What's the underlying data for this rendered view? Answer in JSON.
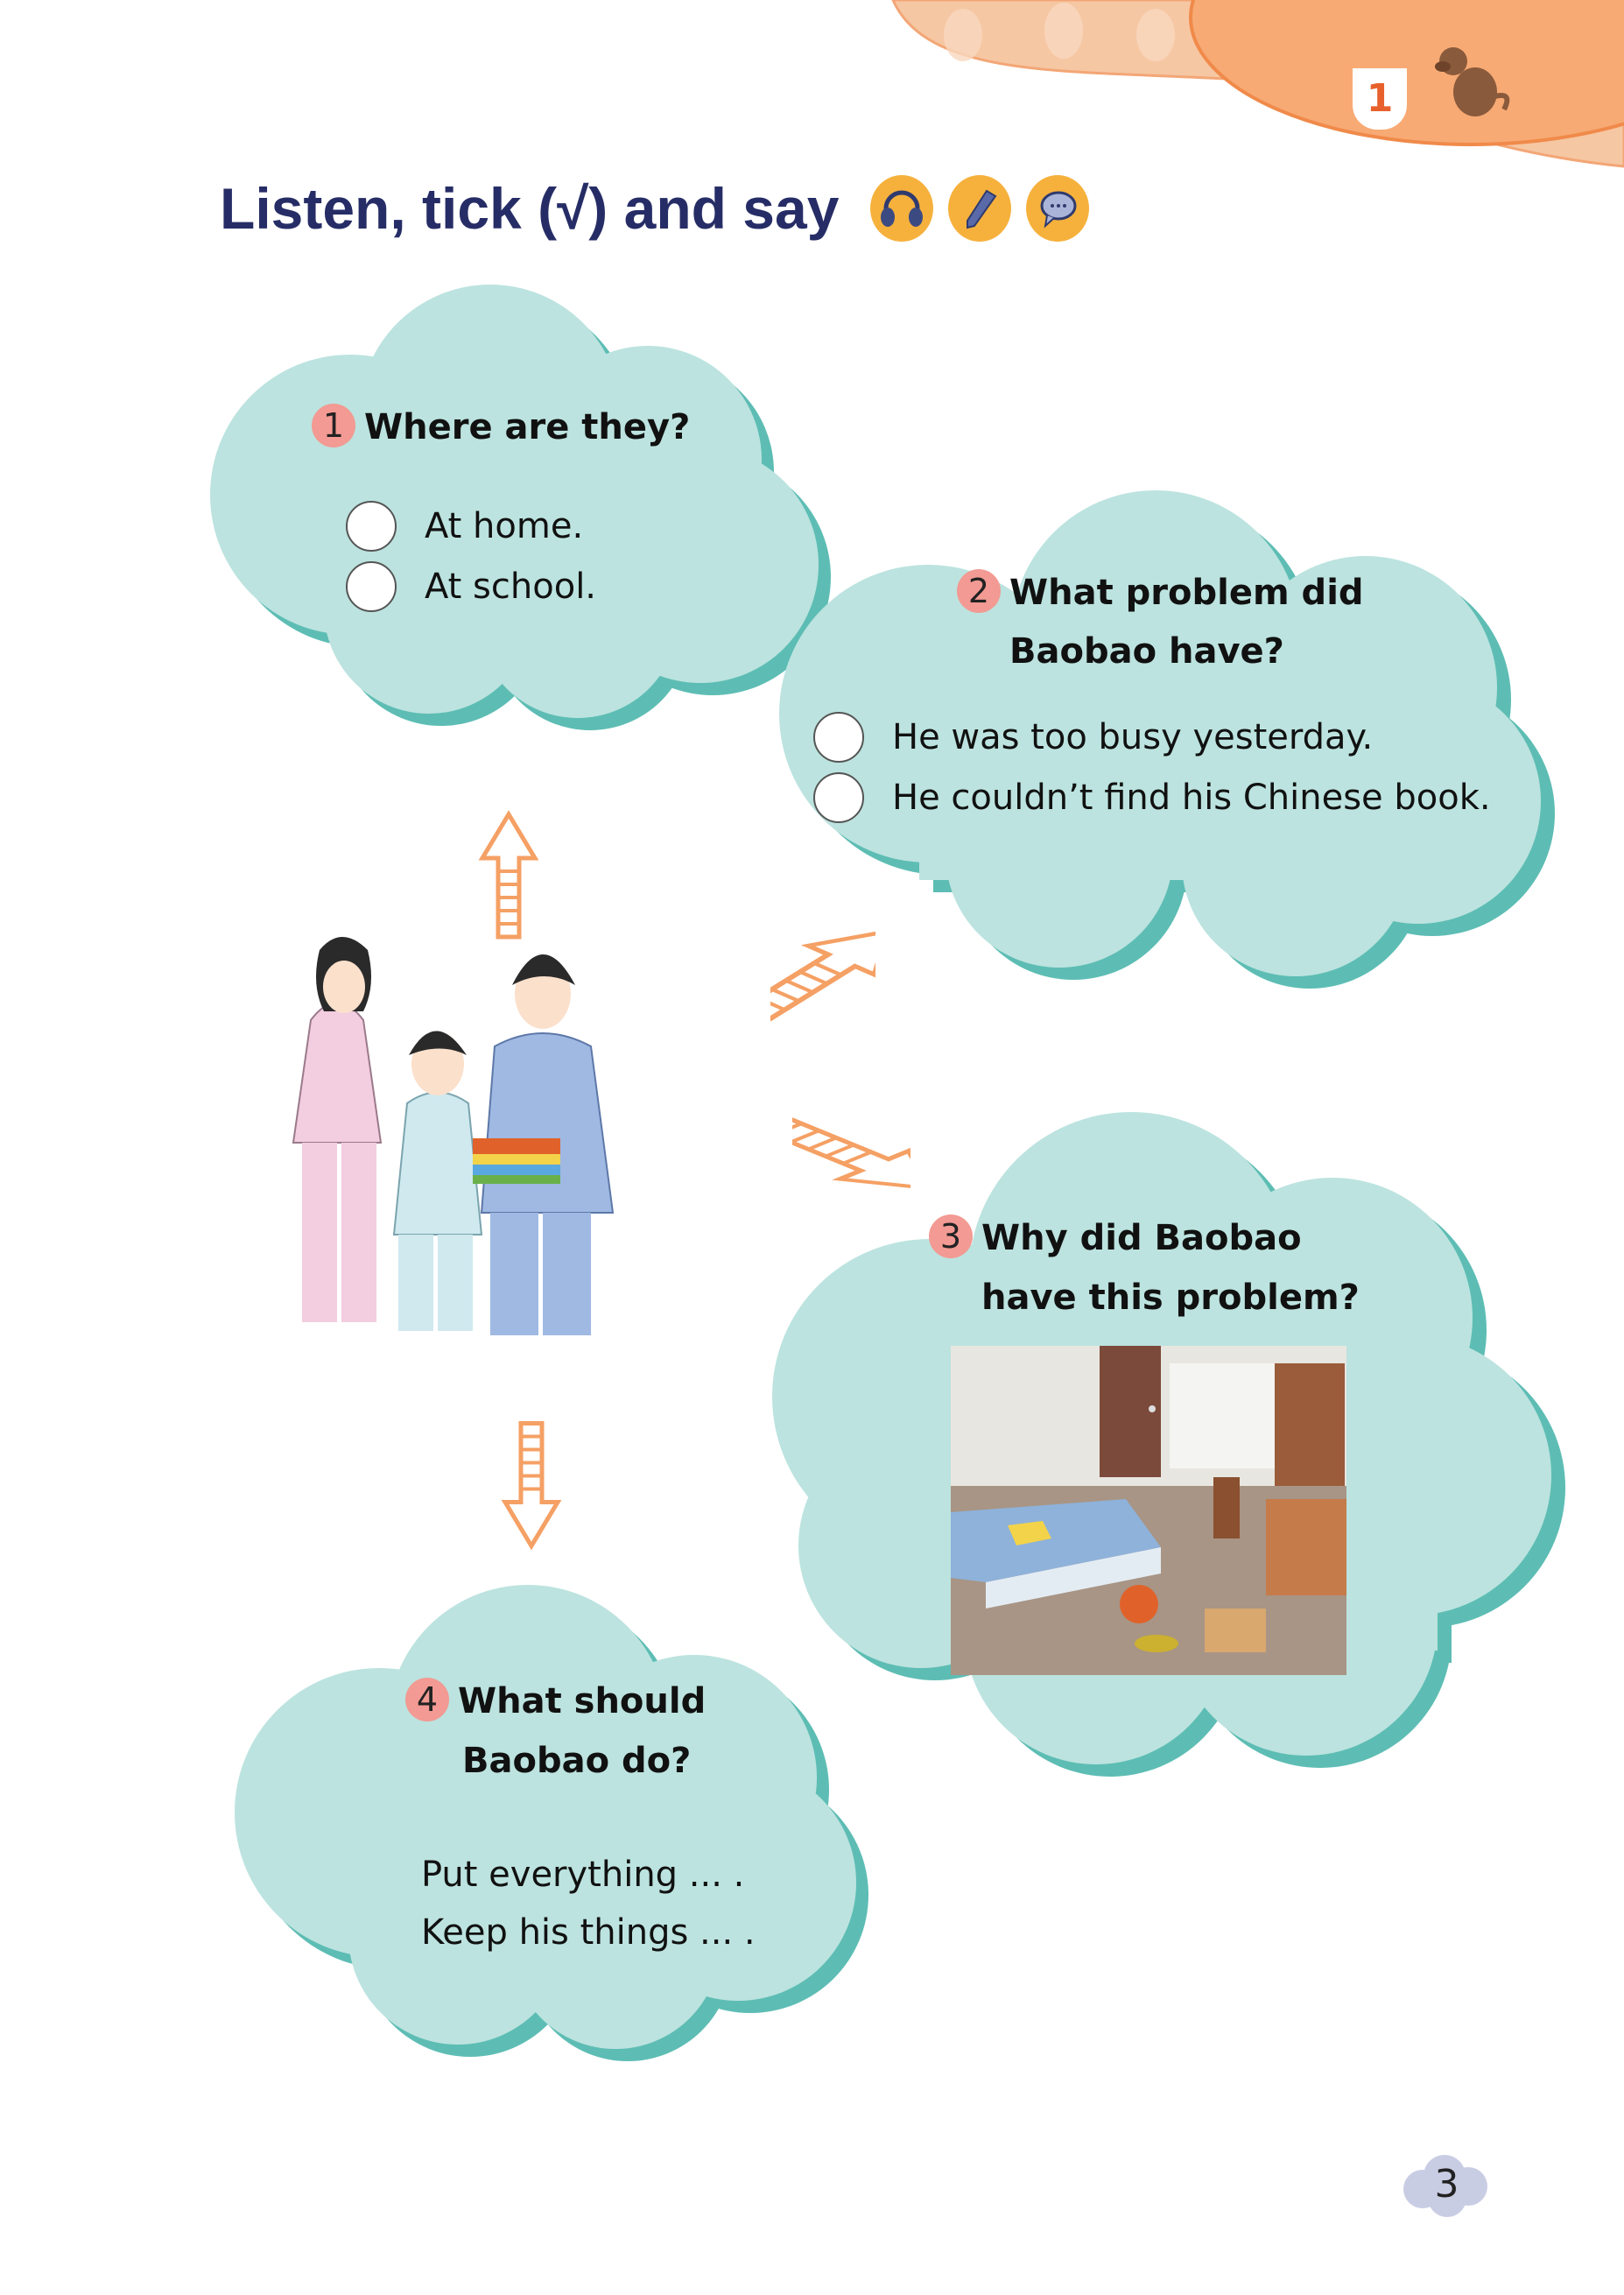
{
  "header": {
    "unit_number": "1"
  },
  "title": "Listen, tick (√) and say",
  "activity_icons": [
    "headphones-icon",
    "pencil-icon",
    "speech-bubble-icon"
  ],
  "questions": [
    {
      "number": "1",
      "lines": [
        "Where are they?"
      ],
      "options": [
        "At home.",
        "At school."
      ]
    },
    {
      "number": "2",
      "lines": [
        "What problem did",
        "Baobao have?"
      ],
      "options": [
        "He was too busy yesterday.",
        "He couldn’t find his Chinese book."
      ]
    },
    {
      "number": "3",
      "lines": [
        "Why did Baobao",
        "have this problem?"
      ]
    },
    {
      "number": "4",
      "lines": [
        "What should",
        "Baobao do?"
      ],
      "answers": [
        "Put everything ... .",
        "Keep his things ... ."
      ]
    }
  ],
  "page_number": "3",
  "colors": {
    "cloud": "#bce3df",
    "cloud_shadow": "#5dbdb4",
    "title": "#262d66",
    "number_badge": "#f29a93",
    "arrow": "#f5a064",
    "header": "#f7aa74"
  }
}
